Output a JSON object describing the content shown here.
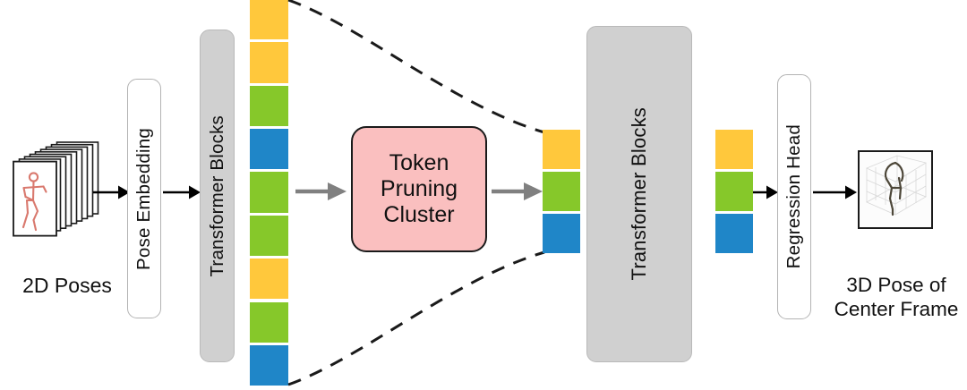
{
  "diagram": {
    "title": "Token pruning transformer pipeline for 3D human pose estimation",
    "background_color": "#ffffff"
  },
  "palette": {
    "token_yellow": "#ffc83c",
    "token_green": "#86c82a",
    "token_blue": "#1f86c8",
    "module_gray": "#d0d0d0",
    "module_gray_border": "#b9b9b9",
    "module_white": "#ffffff",
    "module_white_border": "#b3b3b3",
    "pruning_pink": "#fabfbf",
    "pruning_border": "#1a1a1a",
    "arrow_black": "#000000",
    "arrow_gray": "#808080",
    "dashed_line": "#1a1a1a",
    "stickman_2d": "#d9796e",
    "skeleton_3d": "#4d4739",
    "text": "#111111"
  },
  "input": {
    "caption": "2D Poses",
    "stack_frame_count": 9,
    "figure_icon": "2d-stickman-icon"
  },
  "modules": {
    "pose_embedding": {
      "label": "Pose Embedding",
      "orientation": "vertical",
      "fill": "#ffffff"
    },
    "transformer_blocks_1": {
      "label": "Transformer Blocks",
      "orientation": "vertical",
      "fill": "#d0d0d0"
    },
    "token_pruning_cluster": {
      "lines": [
        "Token",
        "Pruning",
        "Cluster"
      ],
      "fill": "#fabfbf"
    },
    "transformer_blocks_2": {
      "label": "Transformer Blocks",
      "orientation": "vertical",
      "fill": "#d0d0d0"
    },
    "regression_head": {
      "label": "Regression Head",
      "orientation": "vertical",
      "fill": "#ffffff"
    }
  },
  "token_columns": {
    "pre_pruning": {
      "name": "full-token-sequence",
      "count": 9,
      "colors": [
        "#ffc83c",
        "#ffc83c",
        "#86c82a",
        "#1f86c8",
        "#86c82a",
        "#86c82a",
        "#ffc83c",
        "#86c82a",
        "#1f86c8"
      ]
    },
    "post_pruning": {
      "name": "pruned-token-sequence",
      "count": 3,
      "colors": [
        "#ffc83c",
        "#86c82a",
        "#1f86c8"
      ]
    },
    "post_transformer": {
      "name": "refined-token-sequence",
      "count": 3,
      "colors": [
        "#ffc83c",
        "#86c82a",
        "#1f86c8"
      ]
    }
  },
  "output": {
    "caption_lines": [
      "3D Pose of",
      "Center Frame"
    ],
    "caption": "3D Pose of Center Frame",
    "thumbnail_icon": "3d-skeleton-plot-icon"
  },
  "connectors": {
    "arrows_black": [
      "poses-to-pose-embedding",
      "pose-embedding-to-transformer-blocks-1",
      "tokens-to-regression-head",
      "regression-head-to-3d-pose"
    ],
    "arrows_gray": [
      "tokens-to-token-pruning",
      "token-pruning-to-pruned-tokens"
    ],
    "dashed_curves": [
      "top-funnel-curve",
      "bottom-funnel-curve"
    ]
  }
}
